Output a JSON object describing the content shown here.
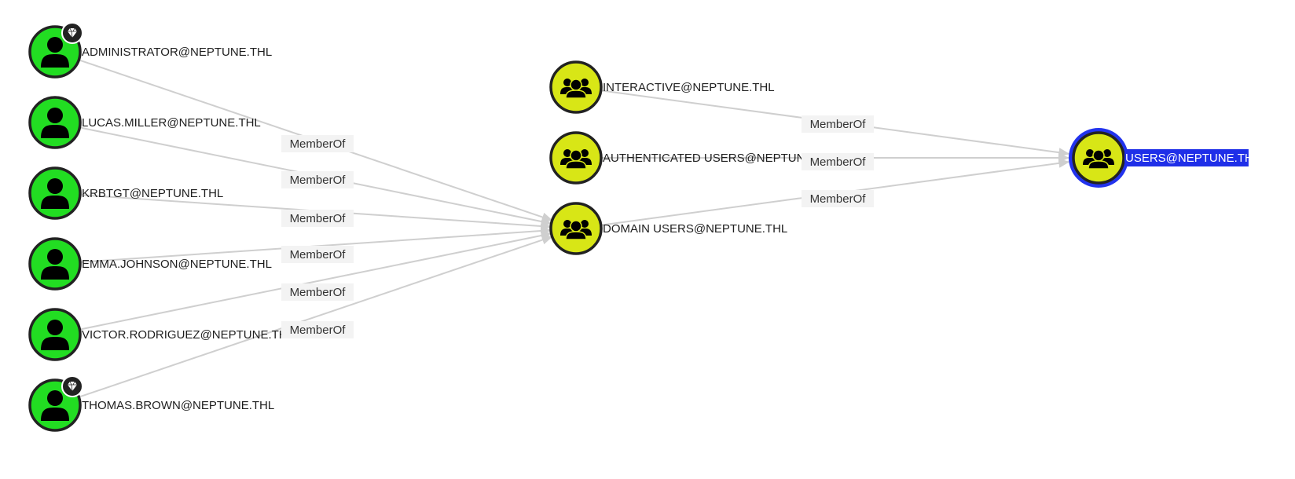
{
  "colors": {
    "user_fill": "#22dd22",
    "group_fill": "#d8e616",
    "node_outline": "#222222",
    "selected_ring": "#2233ee",
    "selected_label_bg": "#1f2fe8",
    "edge": "#cfcfcf",
    "edge_label_bg": "#f3f3f3",
    "badge_fill": "#222222"
  },
  "nodes": [
    {
      "id": "admin",
      "kind": "user",
      "label": "ADMINISTRATOR@NEPTUNE.THL",
      "badge": "gem-icon",
      "selected": false
    },
    {
      "id": "lucas",
      "kind": "user",
      "label": "LUCAS.MILLER@NEPTUNE.THL",
      "badge": null,
      "selected": false
    },
    {
      "id": "krbtgt",
      "kind": "user",
      "label": "KRBTGT@NEPTUNE.THL",
      "badge": null,
      "selected": false
    },
    {
      "id": "emma",
      "kind": "user",
      "label": "EMMA.JOHNSON@NEPTUNE.THL",
      "badge": null,
      "selected": false
    },
    {
      "id": "victor",
      "kind": "user",
      "label": "VICTOR.RODRIGUEZ@NEPTUNE.THL",
      "badge": null,
      "selected": false
    },
    {
      "id": "thomas",
      "kind": "user",
      "label": "THOMAS.BROWN@NEPTUNE.THL",
      "badge": "gem-icon",
      "selected": false
    },
    {
      "id": "interactive",
      "kind": "group",
      "label": "INTERACTIVE@NEPTUNE.THL",
      "badge": null,
      "selected": false
    },
    {
      "id": "authenticated",
      "kind": "group",
      "label": "AUTHENTICATED USERS@NEPTUNE.THL",
      "badge": null,
      "selected": false
    },
    {
      "id": "domainusers",
      "kind": "group",
      "label": "DOMAIN USERS@NEPTUNE.THL",
      "badge": null,
      "selected": false
    },
    {
      "id": "users",
      "kind": "group",
      "label": "USERS@NEPTUNE.THL",
      "badge": null,
      "selected": true
    }
  ],
  "edges": [
    {
      "from": "admin",
      "to": "domainusers",
      "label": "MemberOf"
    },
    {
      "from": "lucas",
      "to": "domainusers",
      "label": "MemberOf"
    },
    {
      "from": "krbtgt",
      "to": "domainusers",
      "label": "MemberOf"
    },
    {
      "from": "emma",
      "to": "domainusers",
      "label": "MemberOf"
    },
    {
      "from": "victor",
      "to": "domainusers",
      "label": "MemberOf"
    },
    {
      "from": "thomas",
      "to": "domainusers",
      "label": "MemberOf"
    },
    {
      "from": "interactive",
      "to": "users",
      "label": "MemberOf"
    },
    {
      "from": "authenticated",
      "to": "users",
      "label": "MemberOf"
    },
    {
      "from": "domainusers",
      "to": "users",
      "label": "MemberOf"
    }
  ]
}
